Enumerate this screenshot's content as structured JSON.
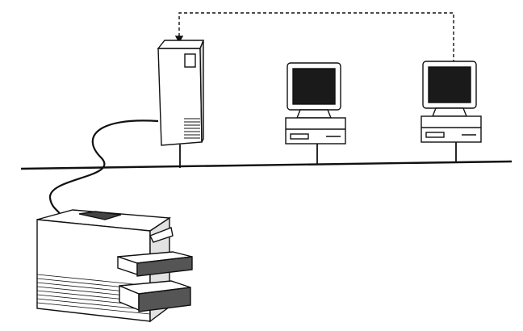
{
  "diagram": {
    "nodes": [
      {
        "id": "server",
        "kind": "tower-server"
      },
      {
        "id": "workstation-1",
        "kind": "desktop-computer"
      },
      {
        "id": "workstation-2",
        "kind": "desktop-computer"
      },
      {
        "id": "printer",
        "kind": "laser-printer"
      }
    ],
    "links": [
      {
        "from": "server",
        "to": "network-bus",
        "style": "solid"
      },
      {
        "from": "workstation-1",
        "to": "network-bus",
        "style": "solid"
      },
      {
        "from": "workstation-2",
        "to": "network-bus",
        "style": "solid"
      },
      {
        "from": "server",
        "to": "printer",
        "style": "cable"
      },
      {
        "from": "workstation-2",
        "to": "server",
        "style": "dashed-arrow"
      }
    ],
    "colors": {
      "ink": "#111111",
      "screen": "#1a1a1a",
      "paper": "#ffffff",
      "shade": "#d9d9d9",
      "tray": "#555555"
    }
  }
}
